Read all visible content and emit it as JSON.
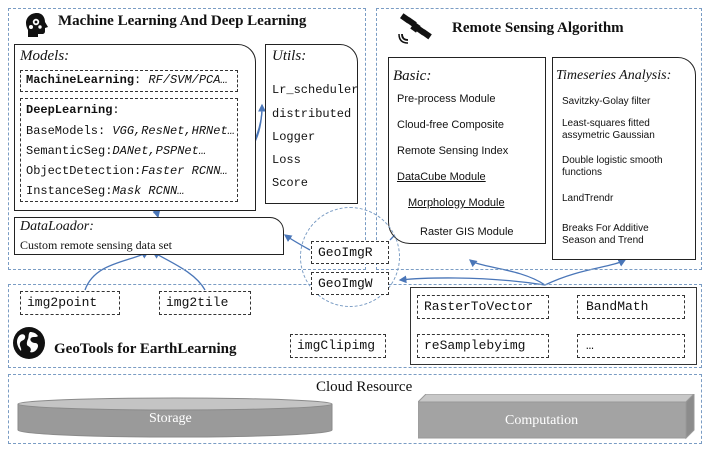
{
  "ml_section": {
    "title": "Machine Learning And Deep Learning",
    "icon": "head-gears-icon",
    "models": {
      "heading": "Models",
      "colon": ":",
      "machine_learning": {
        "label": "MachineLearning",
        "sep": ":",
        "value": "RF/SVM/PCA…"
      },
      "deep_learning": {
        "label": "DeepLearning",
        "colon": ":",
        "rows": [
          {
            "label": "BaseModels:",
            "value": "VGG,ResNet,HRNet…"
          },
          {
            "label": "SemanticSeg:",
            "value": "DANet,PSPNet…"
          },
          {
            "label": "ObjectDetection:",
            "value": "Faster RCNN…"
          },
          {
            "label": "InstanceSeg:",
            "value": "Mask RCNN…"
          }
        ]
      }
    },
    "utils": {
      "heading": "Utils",
      "colon": ":",
      "items": [
        "Lr_scheduler",
        "distributed",
        "Logger",
        "Loss",
        "Score"
      ]
    },
    "dataloader": {
      "heading": "DataLoador",
      "colon": ":",
      "desc": "Custom remote sensing data set"
    }
  },
  "rs_section": {
    "title": "Remote Sensing Algorithm",
    "icon": "satellite-icon",
    "basic": {
      "heading": "Basic",
      "colon": ":",
      "items": [
        "Pre-process Module",
        "Cloud-free Composite",
        "Remote Sensing Index",
        "DataCube Module",
        "Morphology Module",
        "Raster GIS Module"
      ]
    },
    "timeseries": {
      "heading": "Timeseries Analysis",
      "colon": ":",
      "items": [
        "Savitzky-Golay filter",
        "Least-squares fitted",
        "assymetric Gaussian",
        "Double logistic smooth",
        "functions",
        "LandTrendr",
        "Breaks For Additive",
        "Season and Trend"
      ]
    }
  },
  "geoio": {
    "items": [
      "GeoImgR",
      "GeoImgW"
    ]
  },
  "geotools": {
    "title": "GeoTools for EarthLearning",
    "icon": "globe-icon",
    "left_tools": [
      "img2point",
      "img2tile",
      "imgClipimg"
    ],
    "right_tools": [
      "RasterToVector",
      "BandMath",
      "reSamplebyimg",
      "…"
    ]
  },
  "cloud": {
    "title": "Cloud Resource",
    "storage": "Storage",
    "computation": "Computation",
    "colors": {
      "storage_fill": "#9a9a9a",
      "computation_fill": "#a3a3a3"
    }
  }
}
